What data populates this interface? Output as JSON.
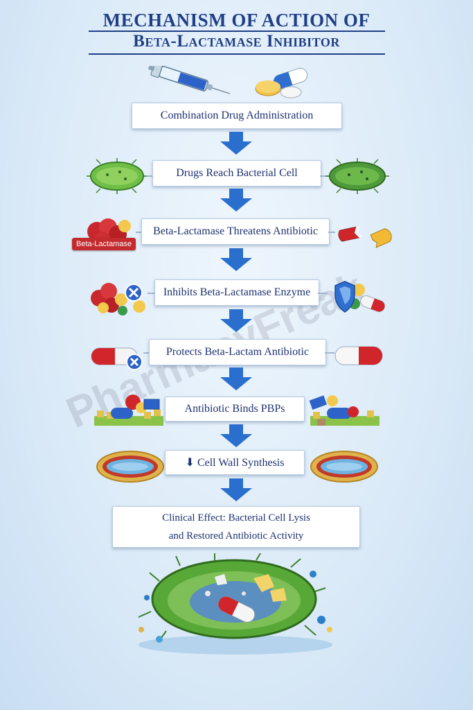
{
  "title": {
    "line1": "MECHANISM OF ACTION OF",
    "line2": "Beta-Lactamase Inhibitor"
  },
  "steps": [
    {
      "label": "Combination Drug Administration"
    },
    {
      "label": "Drugs Reach Bacterial Cell"
    },
    {
      "label": "Beta-Lactamase Threatens Antibiotic"
    },
    {
      "label": "Inhibits Beta-Lactamase Enzyme"
    },
    {
      "label": "Protects Beta-Lactam Antibiotic"
    },
    {
      "label": "Antibiotic Binds PBPs"
    },
    {
      "label": "⬇ Cell Wall Synthesis"
    }
  ],
  "final": {
    "line1": "Clinical Effect: Bacterial Cell Lysis",
    "line2": "and Restored Antibiotic Activity"
  },
  "enzyme_badge": "Beta-Lactamase",
  "watermark": "PharmacyFreak",
  "colors": {
    "title": "#1f3f86",
    "arrow": "#2a6fce",
    "box_text": "#1d3170",
    "bacteria": "#5aa83a",
    "capsule_red": "#d0262b"
  },
  "icons": {
    "syringe": "syringe-icon",
    "pills": "pills-icon",
    "bacteria": "bacteria-icon",
    "enzyme": "enzyme-icon",
    "shield": "shield-icon",
    "capsule": "capsule-icon",
    "block": "block-x-icon",
    "cell_wall": "cell-wall-icon",
    "lysed_cell": "lysed-cell-icon"
  }
}
